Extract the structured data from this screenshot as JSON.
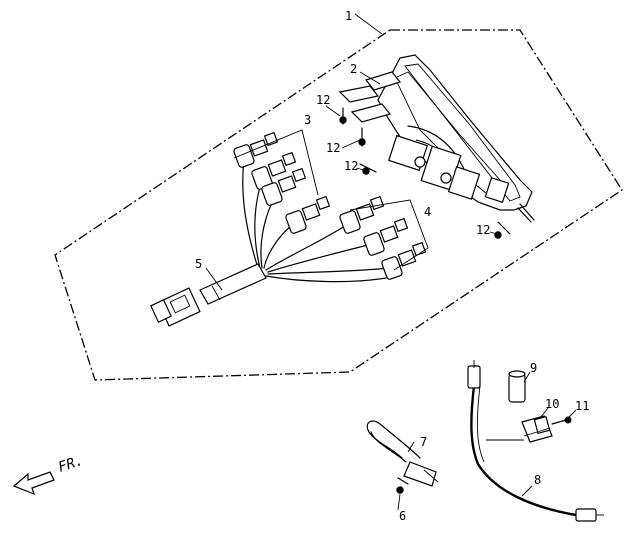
{
  "parts": [
    {
      "id": "1",
      "label": "1"
    },
    {
      "id": "2",
      "label": "2"
    },
    {
      "id": "3",
      "label": "3"
    },
    {
      "id": "4",
      "label": "4"
    },
    {
      "id": "5",
      "label": "5"
    },
    {
      "id": "6",
      "label": "6"
    },
    {
      "id": "7",
      "label": "7"
    },
    {
      "id": "8",
      "label": "8"
    },
    {
      "id": "9",
      "label": "9"
    },
    {
      "id": "10",
      "label": "10"
    },
    {
      "id": "11",
      "label": "11"
    },
    {
      "id": "12a",
      "label": "12"
    },
    {
      "id": "12b",
      "label": "12"
    },
    {
      "id": "12c",
      "label": "12"
    },
    {
      "id": "12d",
      "label": "12"
    }
  ],
  "direction": {
    "label": "FR.",
    "icon": "front-direction-arrow-icon"
  }
}
